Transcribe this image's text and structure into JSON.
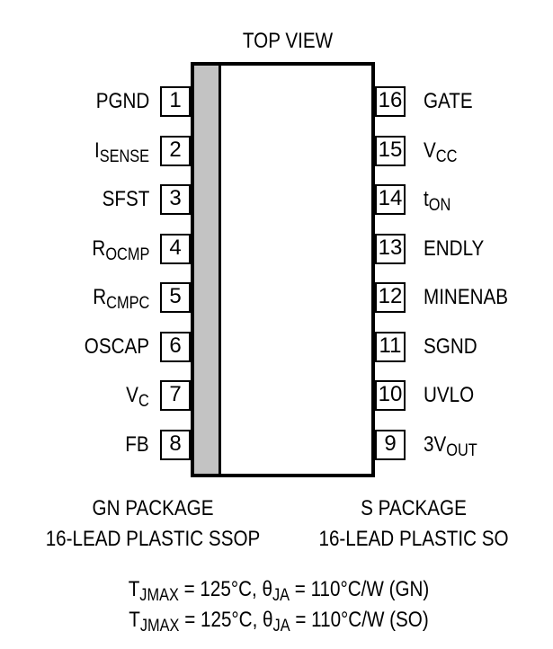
{
  "title": "TOP VIEW",
  "left_pins": [
    {
      "num": "1",
      "label": "PGND",
      "sub": "",
      "suffix": ""
    },
    {
      "num": "2",
      "label": "I",
      "sub": "SENSE",
      "suffix": ""
    },
    {
      "num": "3",
      "label": "SFST",
      "sub": "",
      "suffix": ""
    },
    {
      "num": "4",
      "label": "R",
      "sub": "OCMP",
      "suffix": ""
    },
    {
      "num": "5",
      "label": "R",
      "sub": "CMPC",
      "suffix": ""
    },
    {
      "num": "6",
      "label": "OSCAP",
      "sub": "",
      "suffix": ""
    },
    {
      "num": "7",
      "label": "V",
      "sub": "C",
      "suffix": ""
    },
    {
      "num": "8",
      "label": "FB",
      "sub": "",
      "suffix": ""
    }
  ],
  "right_pins": [
    {
      "num": "16",
      "label": "GATE",
      "sub": "",
      "suffix": ""
    },
    {
      "num": "15",
      "label": "V",
      "sub": "CC",
      "suffix": ""
    },
    {
      "num": "14",
      "label": "t",
      "sub": "ON",
      "suffix": ""
    },
    {
      "num": "13",
      "label": "ENDLY",
      "sub": "",
      "suffix": ""
    },
    {
      "num": "12",
      "label": "MINENAB",
      "sub": "",
      "suffix": ""
    },
    {
      "num": "11",
      "label": "SGND",
      "sub": "",
      "suffix": ""
    },
    {
      "num": "10",
      "label": "UVLO",
      "sub": "",
      "suffix": ""
    },
    {
      "num": "9",
      "label": "3V",
      "sub": "OUT",
      "suffix": ""
    }
  ],
  "packages": {
    "gn_line1": "GN PACKAGE",
    "gn_line2": "16-LEAD PLASTIC SSOP",
    "s_line1": "S PACKAGE",
    "s_line2": "16-LEAD PLASTIC SO"
  },
  "thermal": [
    {
      "t": "T",
      "tsub": "JMAX",
      "mid": " = 125°C, θ",
      "thsub": "JA",
      "end": " = 110°C/W (GN)"
    },
    {
      "t": "T",
      "tsub": "JMAX",
      "mid": " = 125°C, θ",
      "thsub": "JA",
      "end": " = 110°C/W (SO)"
    }
  ]
}
